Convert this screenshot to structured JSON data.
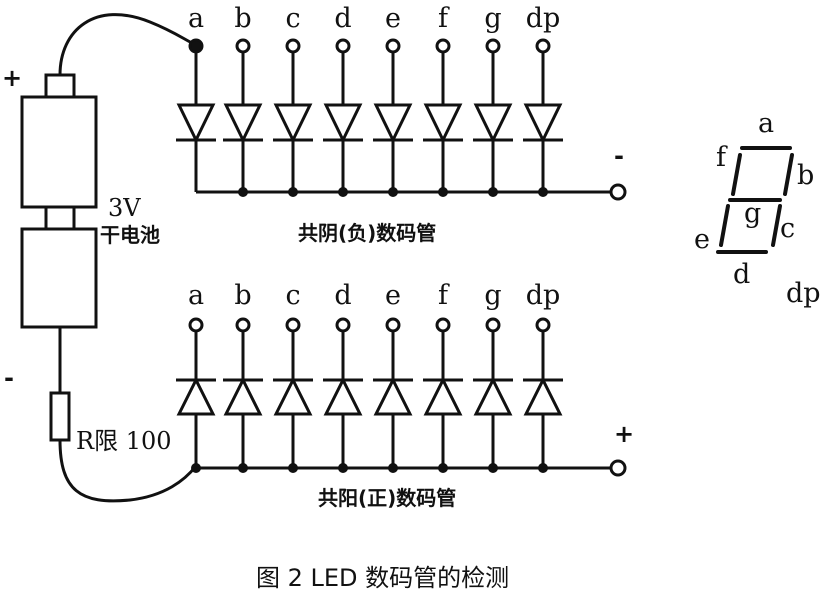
{
  "segments": [
    "a",
    "b",
    "c",
    "d",
    "e",
    "f",
    "g",
    "dp"
  ],
  "top_group": {
    "label": "共阴(负)数码管",
    "terminal_sign": "-"
  },
  "bottom_group": {
    "label": "共阳(正)数码管",
    "terminal_sign": "+"
  },
  "battery": {
    "voltage": "3V",
    "name": "干电池",
    "pos_sign": "+",
    "neg_sign": "-"
  },
  "resistor": {
    "label": "R限 100"
  },
  "seven_segment": {
    "labels": [
      "a",
      "b",
      "c",
      "d",
      "e",
      "f",
      "g",
      "dp"
    ]
  },
  "caption": "图 2 LED 数码管的检测"
}
